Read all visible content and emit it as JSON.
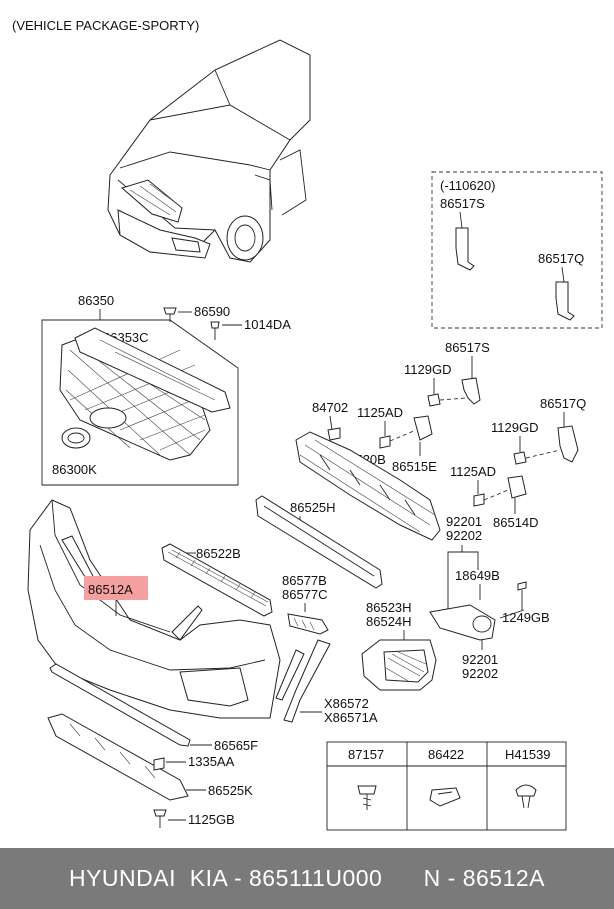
{
  "header_note": "(VEHICLE PACKAGE-SPORTY)",
  "inset_note": "(-110620)",
  "labels": {
    "p86350": "86350",
    "p86590": "86590",
    "p1014DA": "1014DA",
    "p86353C": "86353C",
    "p86300K": "86300K",
    "inset_86517S": "86517S",
    "inset_86517Q": "86517Q",
    "p86517S": "86517S",
    "p1129GD_a": "1129GD",
    "p84702": "84702",
    "p1125AD_a": "1125AD",
    "p86517Q": "86517Q",
    "p1129GD_b": "1129GD",
    "p86520B": "86520B",
    "p86515E": "86515E",
    "p1125AD_b": "1125AD",
    "p86525H": "86525H",
    "p92201_a": "92201",
    "p86514D": "86514D",
    "p92202_a": "92202",
    "p86522B": "86522B",
    "p18649B": "18649B",
    "p86512A": "86512A",
    "p86577B": "86577B",
    "p86577C": "86577C",
    "p86523H": "86523H",
    "p1249GB": "1249GB",
    "p86524H": "86524H",
    "p92201_b": "92201",
    "p92202_b": "92202",
    "p86572": "X86572",
    "p86571A": "X86571A",
    "p86565F": "86565F",
    "p1335AA": "1335AA",
    "p86525K": "86525K",
    "p1125GB": "1125GB"
  },
  "fastener_table": {
    "headers": [
      "87157",
      "86422",
      "H41539"
    ]
  },
  "highlight_color": "#f4a0a0",
  "footer": {
    "text": "HYUNDAI  KIA - 865111U000      N - 86512A"
  }
}
